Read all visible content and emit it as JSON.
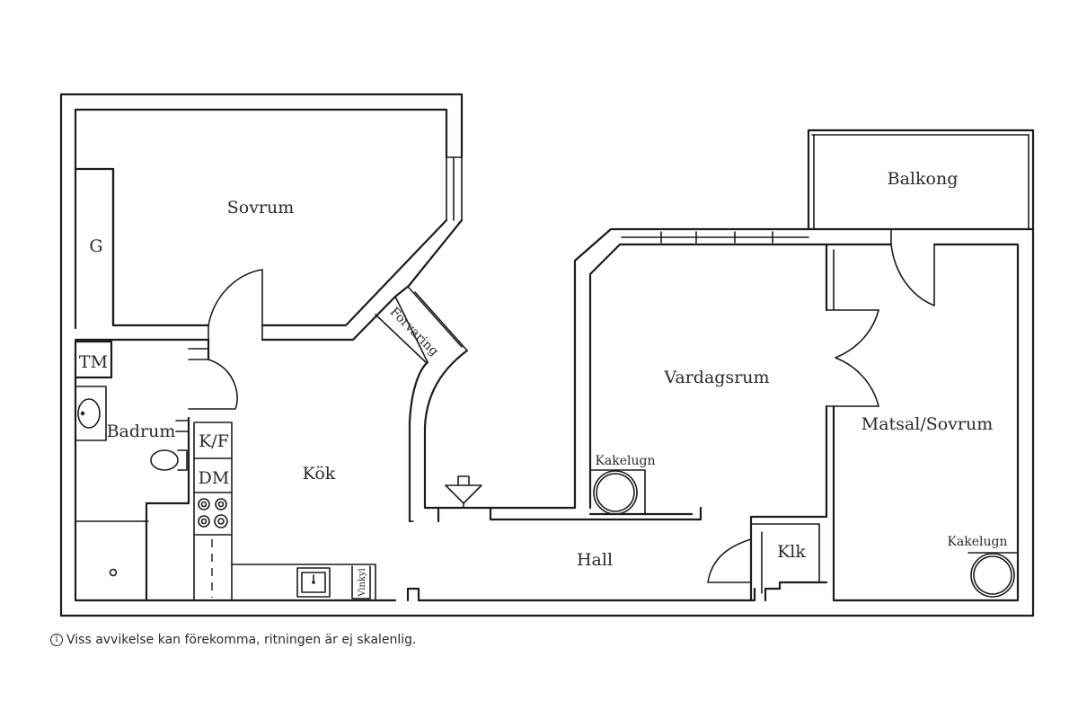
{
  "floorplan": {
    "rooms": {
      "sovrum": "Sovrum",
      "g": "G",
      "tm": "TM",
      "badrum": "Badrum",
      "kf": "K/F",
      "dm": "DM",
      "kok": "Kök",
      "forvaring": "Förvaring",
      "vinkyl": "Vinkyl",
      "vardagsrum": "Vardagsrum",
      "kakelugn_vardagsrum": "Kakelugn",
      "balkong": "Balkong",
      "matsal_sovrum": "Matsal/Sovrum",
      "kakelugn_matsal": "Kakelugn",
      "hall": "Hall",
      "klk": "Klk"
    },
    "disclaimer": {
      "icon": "info-icon",
      "icon_glyph": "i",
      "text": "Viss avvikelse kan förekomma, ritningen är ej skalenlig."
    }
  }
}
